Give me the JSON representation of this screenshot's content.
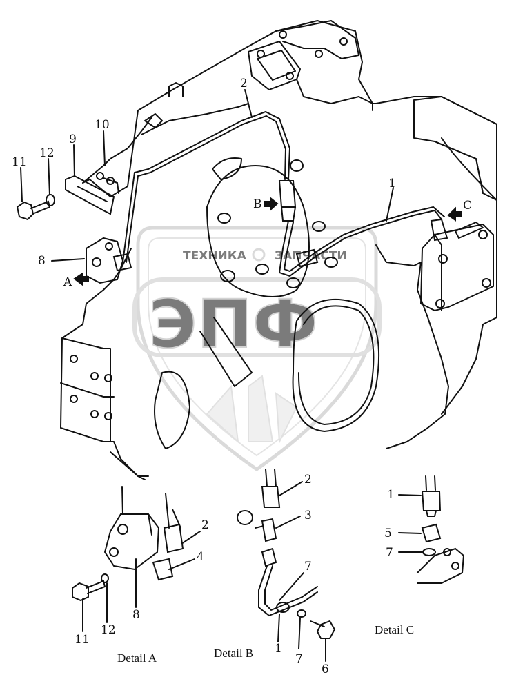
{
  "watermark": {
    "top_left": "ТЕХНИКА",
    "top_right": "ЗАПЧАСТИ",
    "big": "ЭПФ",
    "color": "#bdbdbd"
  },
  "main_view": {
    "callouts": {
      "p1": "1",
      "p2": "2",
      "p8": "8",
      "p9": "9",
      "p10": "10",
      "p11": "11",
      "p12": "12"
    },
    "arrows": {
      "a": "A",
      "b": "B",
      "c": "C"
    }
  },
  "detail_a": {
    "caption": "Detail A",
    "callouts": {
      "p2": "2",
      "p4": "4",
      "p8": "8",
      "p11": "11",
      "p12": "12"
    }
  },
  "detail_b": {
    "caption": "Detail B",
    "callouts": {
      "p2": "2",
      "p3": "3",
      "p7a": "7",
      "p1": "1",
      "p7b": "7",
      "p6": "6"
    }
  },
  "detail_c": {
    "caption": "Detail C",
    "callouts": {
      "p1": "1",
      "p5": "5",
      "p7": "7"
    }
  },
  "colors": {
    "line": "#111111",
    "background": "#ffffff"
  }
}
